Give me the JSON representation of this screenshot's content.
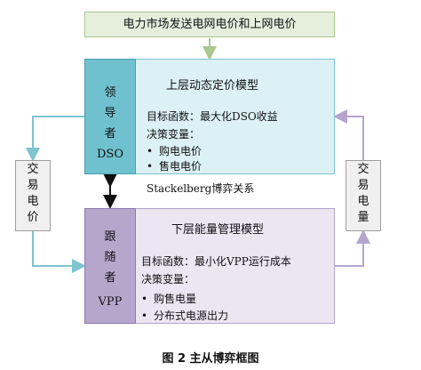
{
  "title_box": "电力市场发送电网电价和上网电价",
  "leader": {
    "role_chars": [
      "领",
      "导",
      "者"
    ],
    "role_en": "DSO",
    "model_title": "上层动态定价模型",
    "objective": "目标函数：最大化DSO收益",
    "decision_label": "决策变量：",
    "variables": [
      "购电电价",
      "售电电价"
    ]
  },
  "follower": {
    "role_chars": [
      "跟",
      "随",
      "者"
    ],
    "role_en": "VPP",
    "model_title": "下层能量管理模型",
    "objective": "目标函数：最小化VPP运行成本",
    "decision_label": "决策变量：",
    "variables": [
      "购售电量",
      "分布式电源出力"
    ]
  },
  "relation_label": "Stackelberg博弈关系",
  "left_side_chars": [
    "交",
    "易",
    "电",
    "价"
  ],
  "right_side_chars": [
    "交",
    "易",
    "电",
    "量"
  ],
  "bullet_symbol": "•",
  "caption": "图 2    主从博弈框图",
  "colors": {
    "top_fill": "#e5efdc",
    "leader_side": "#70c1cf",
    "leader_main": "#dcf1f5",
    "follower_side": "#b7a6cc",
    "follower_main": "#ebe6f2",
    "arrow_blue": "#7fc4d1",
    "arrow_purple": "#b5a5cb",
    "arrow_green": "#a9c78e"
  }
}
